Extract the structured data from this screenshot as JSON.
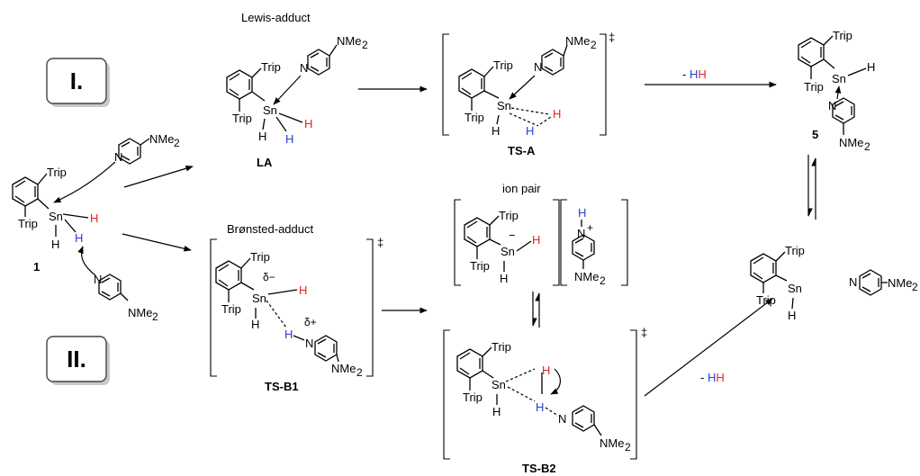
{
  "pathways": {
    "one": "I.",
    "two": "II."
  },
  "labels": {
    "lewis_adduct": "Lewis-adduct",
    "bronsted_adduct": "Brønsted-adduct",
    "ion_pair": "ion pair",
    "compound_1": "1",
    "compound_5": "5",
    "la": "LA",
    "ts_a": "TS-A",
    "ts_b1": "TS-B1",
    "ts_b2": "TS-B2"
  },
  "atoms": {
    "trip": "Trip",
    "sn": "Sn",
    "h": "H",
    "n": "N",
    "nme": "NMe",
    "sub2": "2",
    "plus": "+",
    "minus": "−",
    "delta_minus": "δ−",
    "delta_plus": "δ+",
    "dagger": "‡",
    "dash_prefix": "- "
  },
  "colors": {
    "red_h": "#e8241c",
    "blue_h": "#2a3bd6",
    "ink": "#000000",
    "box_border": "#444444"
  }
}
